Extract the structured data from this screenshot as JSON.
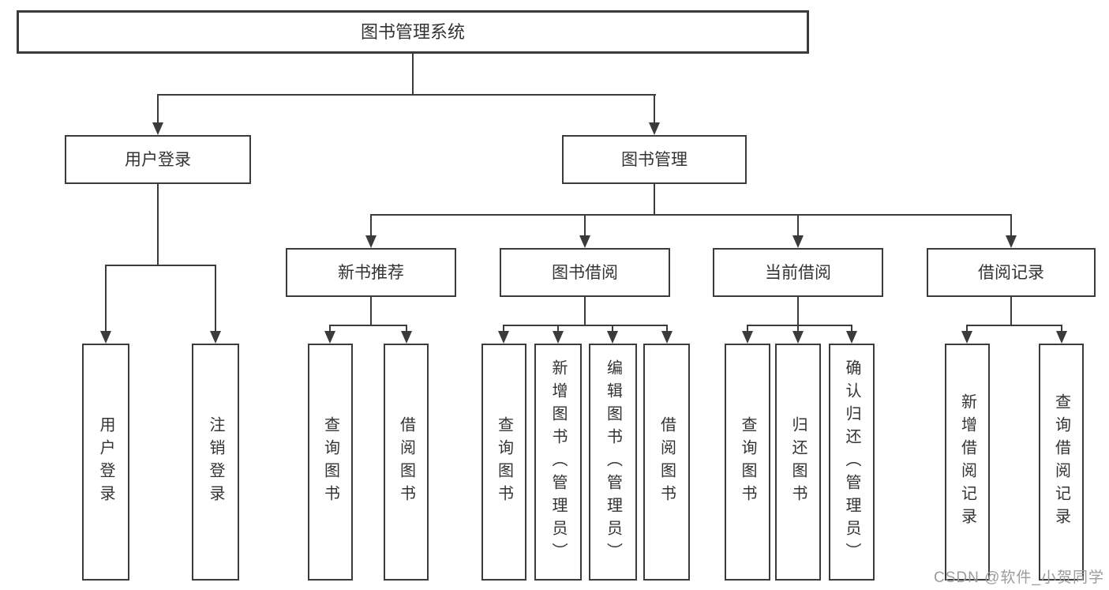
{
  "tree": {
    "root": "图书管理系统",
    "level2": [
      {
        "label": "用户登录"
      },
      {
        "label": "图书管理"
      }
    ],
    "level3": [
      {
        "label": "新书推荐"
      },
      {
        "label": "图书借阅"
      },
      {
        "label": "当前借阅"
      },
      {
        "label": "借阅记录"
      }
    ],
    "leaves": {
      "user_login": [
        "用户登录",
        "注销登录"
      ],
      "new_book": [
        "查询图书",
        "借阅图书"
      ],
      "book_borrow": [
        "查询图书",
        "新增图书（管理员）",
        "编辑图书（管理员）",
        "借阅图书"
      ],
      "current_borrow": [
        "查询图书",
        "归还图书",
        "确认归还（管理员）"
      ],
      "borrow_record": [
        "新增借阅记录",
        "查询借阅记录"
      ]
    }
  },
  "watermark": "CSDN @软件_小贺同学",
  "colors": {
    "line": "#3b3b3b",
    "text": "#333333",
    "background": "#ffffff",
    "watermark": "#9c9c9c"
  }
}
